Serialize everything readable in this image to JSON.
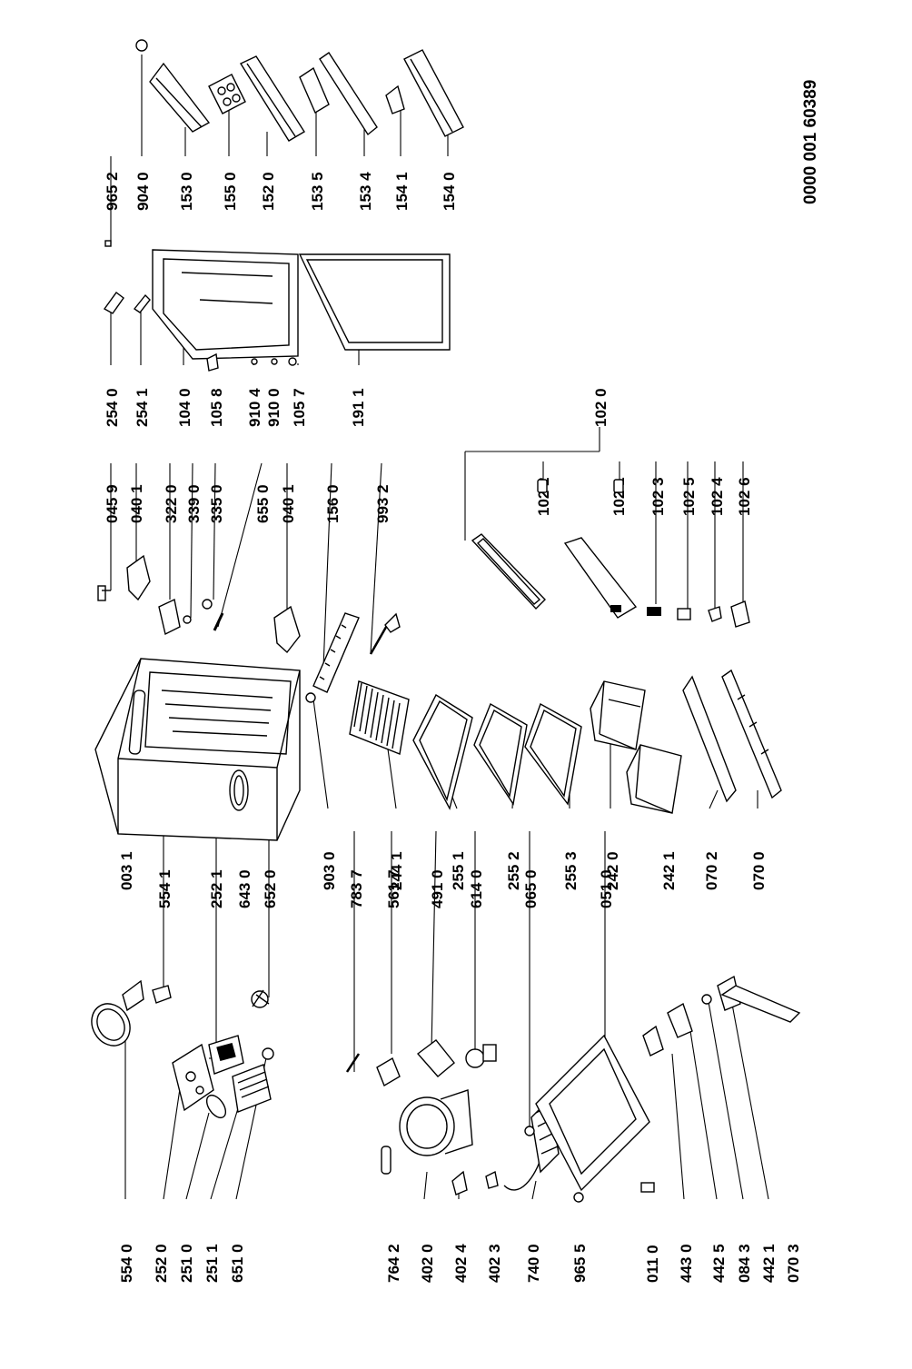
{
  "drawing_number": "0000 001 60389",
  "colors": {
    "ink": "#000000",
    "paper": "#ffffff"
  },
  "labels": {
    "p5540": "554 0",
    "p2520": "252 0",
    "p2510": "251 0",
    "p2511": "251 1",
    "p6510": "651 0",
    "p7642": "764 2",
    "p4020": "402 0",
    "p4024": "402 4",
    "p4023": "402 3",
    "p7400": "740 0",
    "p9655": "965 5",
    "p0110": "011 0",
    "p4430": "443 0",
    "p4425": "442 5",
    "p0843": "084 3",
    "p4421": "442 1",
    "p0703": "070 3",
    "p5541": "554 1",
    "p2521": "252 1",
    "p6430": "643 0",
    "p6520": "652 0",
    "p7837": "783 7",
    "p5617": "561 7",
    "p4910": "491 0",
    "p6140": "614 0",
    "p0650": "065 0",
    "p0510": "051 0",
    "p0031": "003 1",
    "p9030": "903 0",
    "p2441": "244 1",
    "p2551": "255 1",
    "p2552": "255 2",
    "p2553": "255 3",
    "p2420": "242 0",
    "p2421": "242 1",
    "p0702": "070 2",
    "p0700": "070 0",
    "p0459": "045 9",
    "p0401a": "040 1",
    "p3220": "322 0",
    "p3390": "339 0",
    "p3350": "335 0",
    "p6550": "655 0",
    "p0401b": "040 1",
    "p1560": "156 0",
    "p9932": "993 2",
    "p1022": "102 2",
    "p1021": "102 1",
    "p1023": "102 3",
    "p1025": "102 5",
    "p1024": "102 4",
    "p1026": "102 6",
    "p1020": "102 0",
    "p2540": "254 0",
    "p2541": "254 1",
    "p1040": "104 0",
    "p1058": "105 8",
    "p9104": "910 4",
    "p9100": "910 0",
    "p1057": "105 7",
    "p1911": "191 1",
    "p9652": "965 2",
    "p9040": "904 0",
    "p1530": "153 0",
    "p1550": "155 0",
    "p1520": "152 0",
    "p1535": "153 5",
    "p1534": "153 4",
    "p1541": "154 1",
    "p1540": "154 0"
  }
}
